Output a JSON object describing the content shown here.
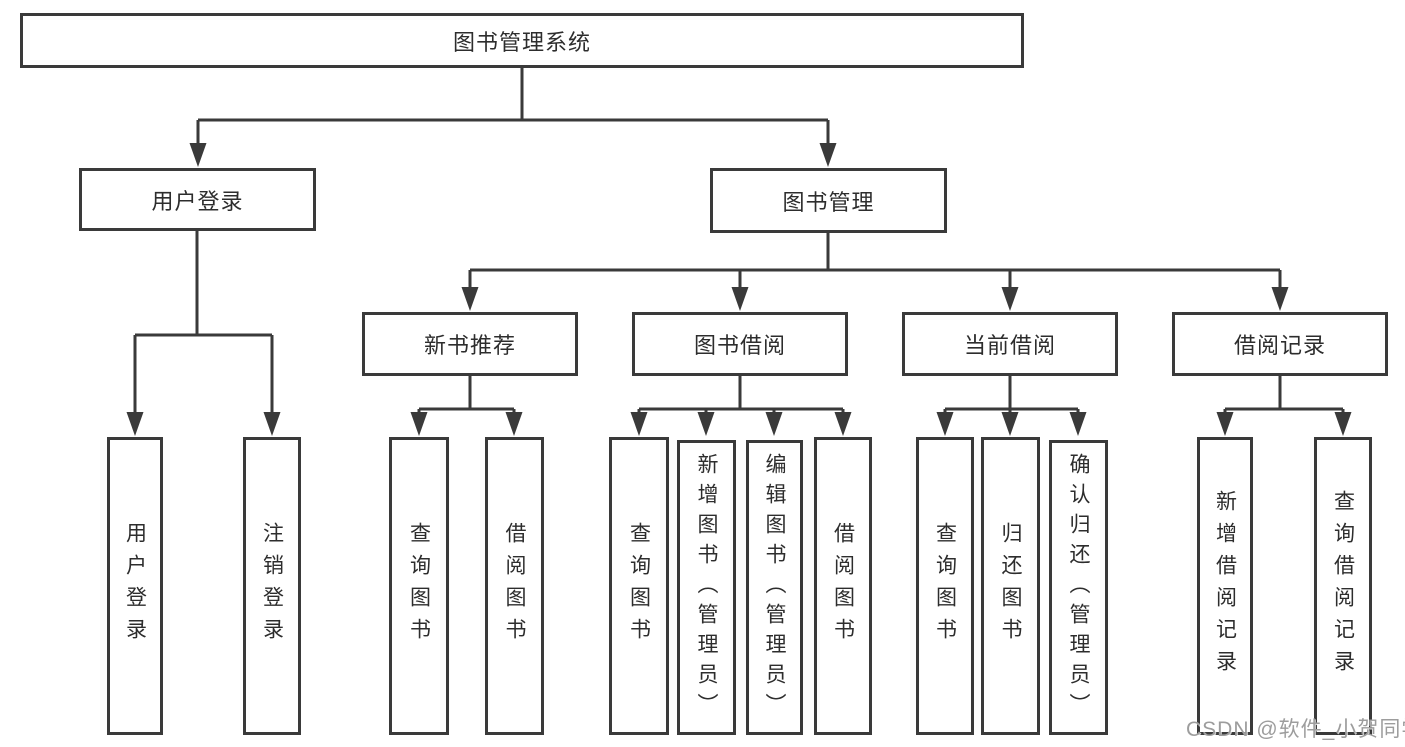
{
  "tree": {
    "label": "图书管理系统",
    "children": [
      {
        "label": "用户登录",
        "children": [
          {
            "label": "用户登录"
          },
          {
            "label": "注销登录"
          }
        ]
      },
      {
        "label": "图书管理",
        "children": [
          {
            "label": "新书推荐",
            "children": [
              {
                "label": "查询图书"
              },
              {
                "label": "借阅图书"
              }
            ]
          },
          {
            "label": "图书借阅",
            "children": [
              {
                "label": "查询图书"
              },
              {
                "label": "新增图书（管理员）"
              },
              {
                "label": "编辑图书（管理员）"
              },
              {
                "label": "借阅图书"
              }
            ]
          },
          {
            "label": "当前借阅",
            "children": [
              {
                "label": "查询图书"
              },
              {
                "label": "归还图书"
              },
              {
                "label": "确认归还（管理员）"
              }
            ]
          },
          {
            "label": "借阅记录",
            "children": [
              {
                "label": "新增借阅记录"
              },
              {
                "label": "查询借阅记录"
              }
            ]
          }
        ]
      }
    ]
  },
  "watermark": {
    "text": "CSDN @软件_小贺同学"
  },
  "colors": {
    "background": "#ffffff",
    "line": "#3a3a3a",
    "box_border": "#3a3a3a",
    "text": "#2d2d2d",
    "watermark": "#9d9d9d"
  }
}
